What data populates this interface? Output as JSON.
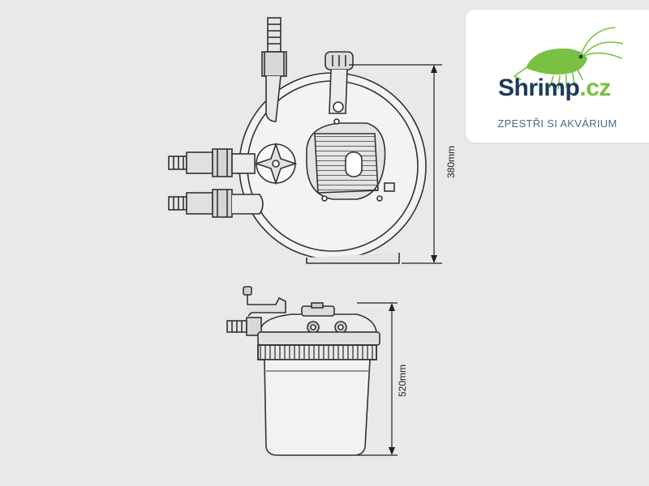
{
  "dimensions": {
    "height_top_view": "380mm",
    "height_side_view": "520mm"
  },
  "logo": {
    "brand_main": "Shrimp",
    "brand_tld": ".cz",
    "tagline": "ZPESTŘI SI AKVÁRIUM"
  },
  "colors": {
    "background": "#e9e9e9",
    "line_art": "#333333",
    "brand_dark": "#1d3b57",
    "brand_green": "#7ac143",
    "tagline": "#4a6a86"
  }
}
